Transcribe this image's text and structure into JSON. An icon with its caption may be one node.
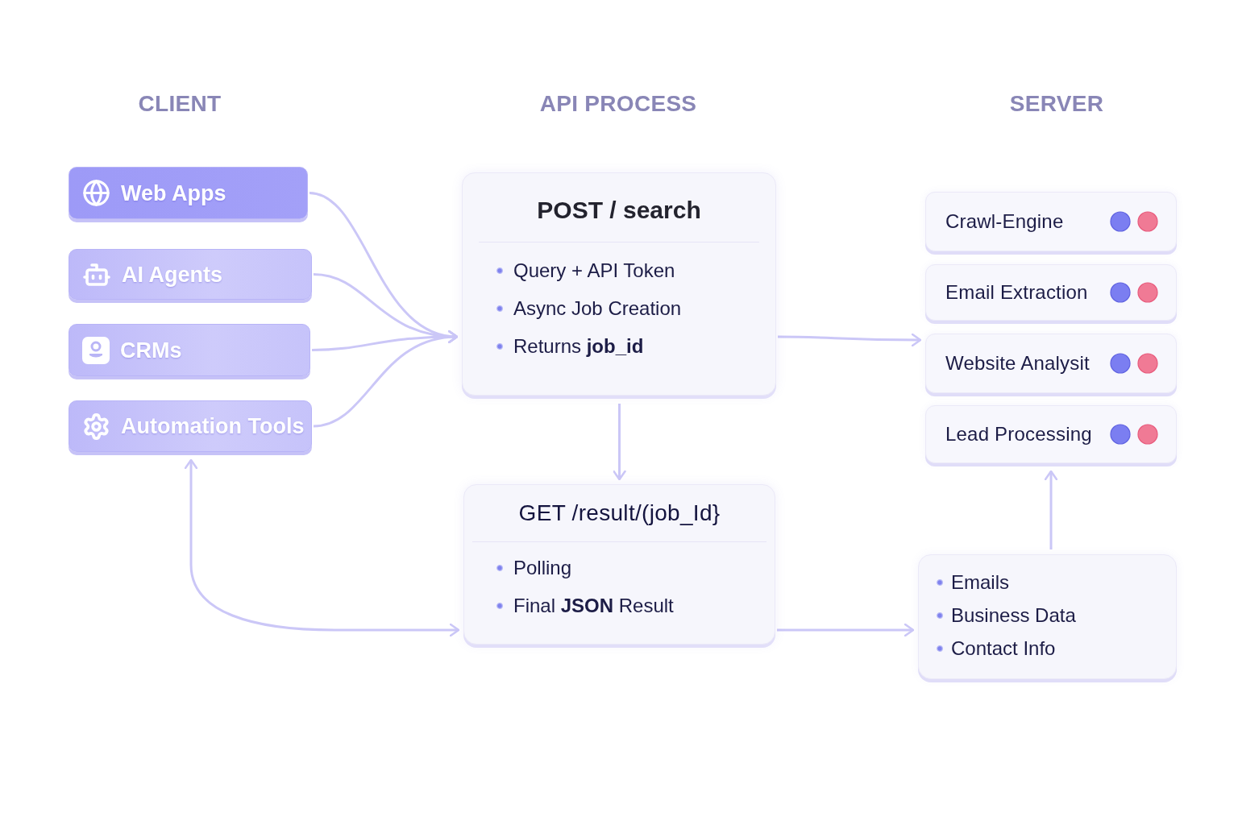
{
  "diagram": {
    "nodes": [
      {
        "text": [
          "Web Apps"
        ]
      },
      {
        "text": [
          "AI Agents"
        ]
      },
      {
        "text": [
          "CRMs"
        ]
      },
      {
        "text": [
          "Automation Tools"
        ]
      },
      {
        "text": [
          "POST / search",
          "Query + API Token",
          "Async Job Creation",
          "Returns **job_id**"
        ]
      },
      {
        "text": [
          "GET /result/(job_Id}",
          "Polling",
          "Final **JSON** Result"
        ]
      },
      {
        "text": [
          "Crawl-Engine"
        ]
      },
      {
        "text": [
          "Email Extraction"
        ]
      },
      {
        "text": [
          "Website Analysit"
        ]
      },
      {
        "text": [
          "Lead Processing"
        ]
      },
      {
        "text": [
          "Emails",
          "Business Data",
          "Contact Info"
        ]
      }
    ],
    "edges": [
      {
        "from": 0,
        "to": 4,
        "arrow": "to"
      },
      {
        "from": 1,
        "to": 4,
        "arrow": "to"
      },
      {
        "from": 2,
        "to": 4,
        "arrow": "to"
      },
      {
        "from": 3,
        "to": 4,
        "arrow": "to"
      },
      {
        "from": 4,
        "to": 5,
        "arrow": "to"
      },
      {
        "from": 4,
        "to": 8,
        "arrow": "to"
      },
      {
        "from": 5,
        "to": 10,
        "arrow": "to"
      },
      {
        "from": 10,
        "to": 9,
        "arrow": "to"
      },
      {
        "from": 3,
        "to": 5,
        "arrow": "both"
      }
    ],
    "labels": [
      "CLIENT",
      "API PROCESS",
      "SERVER"
    ]
  }
}
